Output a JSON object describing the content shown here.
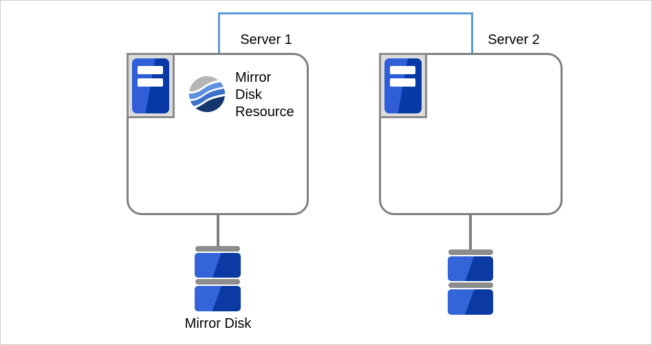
{
  "server1": {
    "label": "Server 1",
    "resource_line1": "Mirror",
    "resource_line2": "Disk",
    "resource_line3": "Resource"
  },
  "server2": {
    "label": "Server 2"
  },
  "mirror_disk": {
    "label": "Mirror Disk"
  },
  "colors": {
    "interconnect_blue": "#5b9bd5",
    "box_border_gray": "#7f7f7f",
    "icon_frame_fill": "#dcdcdc",
    "icon_frame_border": "#8a8a8a",
    "server_icon_blue_light": "#2f5ed8",
    "server_icon_blue_dark": "#0839a6",
    "disk_blue_light": "#3465d8",
    "disk_blue_dark": "#0b3aa4",
    "disk_cap_gray": "#8c8c8c",
    "swirl_gray": "#b5b5b5",
    "swirl_light_blue": "#5e90e0",
    "swirl_mid_blue": "#3c72cc",
    "swirl_navy": "#16376e",
    "text_black": "#000000"
  }
}
